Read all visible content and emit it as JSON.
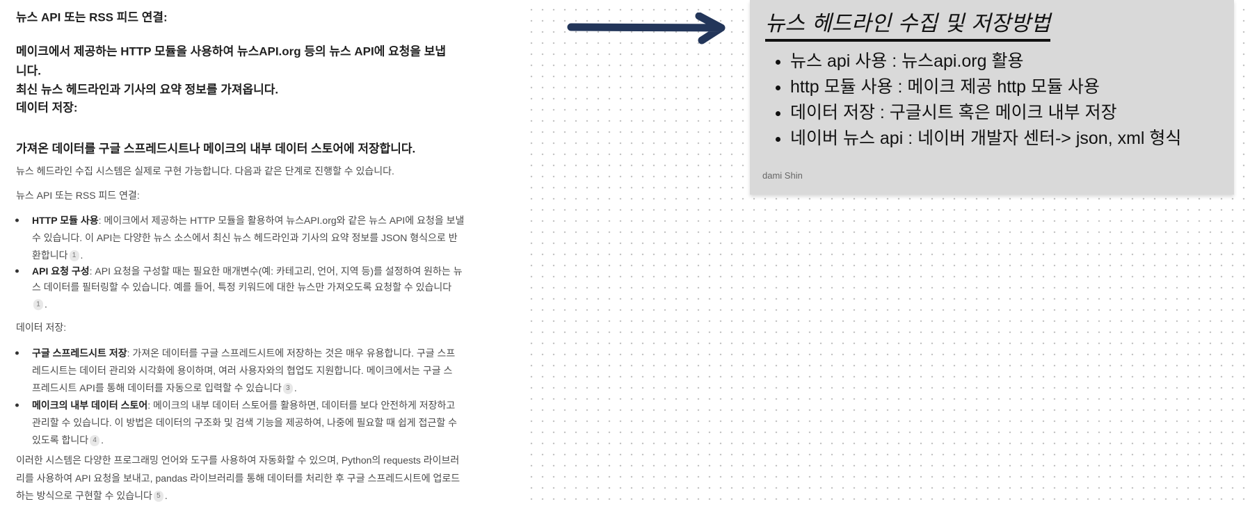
{
  "doc": {
    "bold_lines": [
      "뉴스 API 또는 RSS 피드 연결:",
      "메이크에서 제공하는 HTTP 모듈을 사용하여 뉴스API.org 등의 뉴스 API에 요청을 보냅",
      "니다.",
      "최신 뉴스 헤드라인과 기사의 요약 정보를 가져옵니다.",
      "데이터 저장:",
      "가져온 데이터를 구글 스프레드시트나 메이크의 내부 데이터 스토어에 저장합니다."
    ],
    "intro": "뉴스 헤드라인 수집 시스템은 실제로 구현 가능합니다. 다음과 같은 단계로 진행할 수 있습니다.",
    "section1": "뉴스 API 또는 RSS 피드 연결:",
    "b1": {
      "strong": "HTTP 모듈 사용",
      "l1": ": 메이크에서 제공하는 HTTP 모듈을 활용하여 뉴스API.org와 같은 뉴스 API에 요청을 보낼",
      "l2": "수 있습니다. 이 API는 다양한 뉴스 소스에서 최신 뉴스 헤드라인과 기사의 요약 정보를 JSON 형식으로 반",
      "l3": "환합니다",
      "cite": "1"
    },
    "b2": {
      "strong": "API 요청 구성",
      "l1": ": API 요청을 구성할 때는 필요한 매개변수(예: 카테고리, 언어, 지역 등)를 설정하여 원하는 뉴",
      "l2": "스 데이터를 필터링할 수 있습니다. 예를 들어, 특정 키워드에 대한 뉴스만 가져오도록 요청할 수 있습니다",
      "cite": "1"
    },
    "section2": "데이터 저장:",
    "b3": {
      "strong": "구글 스프레드시트 저장",
      "l1": ": 가져온 데이터를 구글 스프레드시트에 저장하는 것은 매우 유용합니다. 구글 스프",
      "l2": "레드시트는 데이터 관리와 시각화에 용이하며, 여러 사용자와의 협업도 지원합니다. 메이크에서는 구글 스",
      "l3": "프레드시트 API를 통해 데이터를 자동으로 입력할 수 있습니다",
      "cite": "3"
    },
    "b4": {
      "strong": "메이크의 내부 데이터 스토어",
      "l1": ": 메이크의 내부 데이터 스토어를 활용하면, 데이터를 보다 안전하게 저장하고",
      "l2": "관리할 수 있습니다. 이 방법은 데이터의 구조화 및 검색 기능을 제공하여, 나중에 필요할 때 쉽게 접근할 수",
      "l3": "있도록 합니다",
      "cite": "4"
    },
    "outro": {
      "l1": "이러한 시스템은 다양한 프로그래밍 언어와 도구를 사용하여 자동화할 수 있으며, Python의 requests 라이브러",
      "l2": "리를 사용하여 API 요청을 보내고, pandas 라이브러리를 통해 데이터를 처리한 후 구글 스프레드시트에 업로드",
      "l3": "하는 방식으로 구현할 수 있습니다",
      "cite": "5"
    },
    "period": "."
  },
  "card": {
    "title": "뉴스 헤드라인 수집 및 저장방법",
    "items": [
      "뉴스 api 사용 : 뉴스api.org 활용",
      "http 모듈 사용 : 메이크 제공 http 모듈 사용",
      "데이터 저장 : 구글시트 혹은 메이크 내부 저장",
      "네이버 뉴스 api : 네이버 개발자 센터-> json, xml 형식"
    ],
    "author": "dami Shin"
  },
  "colors": {
    "arrow": "#23365a",
    "card_bg": "#d9d9d9"
  }
}
